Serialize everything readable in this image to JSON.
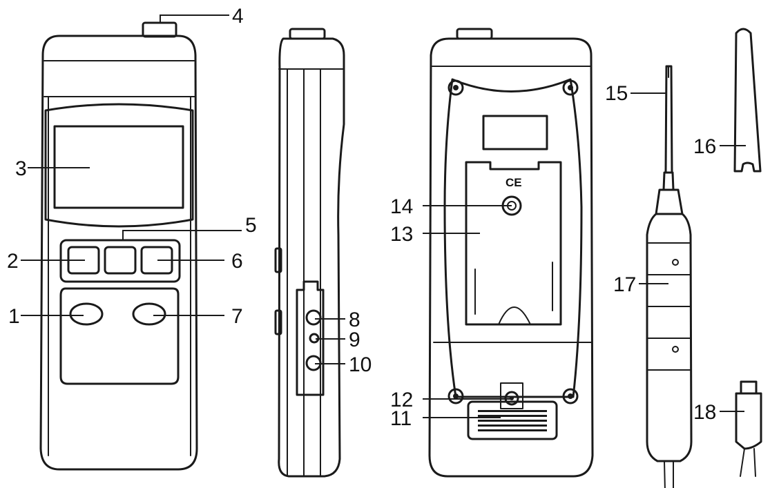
{
  "callouts": {
    "c1": "1",
    "c2": "2",
    "c3": "3",
    "c4": "4",
    "c5": "5",
    "c6": "6",
    "c7": "7",
    "c8": "8",
    "c9": "9",
    "c10": "10",
    "c11": "11",
    "c12": "12",
    "c13": "13",
    "c14": "14",
    "c15": "15",
    "c16": "16",
    "c17": "17",
    "c18": "18"
  },
  "marks": {
    "ce": "CE"
  }
}
